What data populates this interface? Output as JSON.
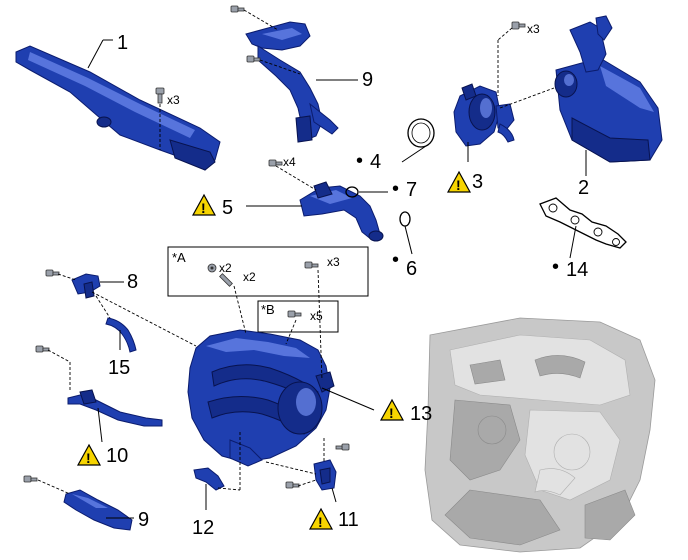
{
  "callouts": {
    "c1": "1",
    "c2": "2",
    "c3": "3",
    "c4": "4",
    "c5": "5",
    "c6": "6",
    "c7": "7",
    "c8": "8",
    "c9a": "9",
    "c9b": "9",
    "c10": "10",
    "c11": "11",
    "c12": "12",
    "c13": "13",
    "c14": "14",
    "c15": "15"
  },
  "bullets": {
    "b4": "•",
    "b6": "•",
    "b7": "•",
    "b14": "•"
  },
  "quantities": {
    "q1": "x3",
    "q2": "x3",
    "q5": "x4",
    "qa1": "x2",
    "qa2": "x2",
    "qa3": "x3",
    "qb1": "x5"
  },
  "boxes": {
    "a": "*A",
    "b": "*B"
  },
  "warning_glyph": "!",
  "colors": {
    "part_blue": "#1f3fb0",
    "warning_yellow": "#f6d400",
    "engine_gray": "#c8c8c8"
  }
}
